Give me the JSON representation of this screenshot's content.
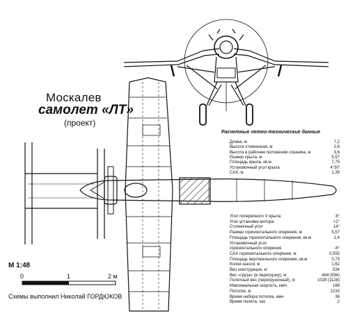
{
  "title": {
    "designer": "Москалев",
    "aircraft": "самолет «ЛТ»",
    "note": "(проект)"
  },
  "specs_heading": "Расчетные летно-технические данные",
  "specs_top": [
    {
      "label": "Длина, м",
      "value": "7,2"
    },
    {
      "label": "Высота стояночная, м",
      "value": "2,8"
    },
    {
      "label": "Высота в рабочем положении сошника, м",
      "value": "3,6"
    },
    {
      "label": "Размах крыла, м",
      "value": "5,57"
    },
    {
      "label": "Площадь крыла, кв.м",
      "value": "7,75"
    },
    {
      "label": "Установочный угол крыла",
      "value": "4°30'"
    },
    {
      "label": "САХ, м",
      "value": "1,39"
    }
  ],
  "specs_bottom": [
    {
      "label": "Угол поперечного V крыла",
      "value": "8°"
    },
    {
      "label": "Угол установки мотора",
      "value": "+2°"
    },
    {
      "label": "Стояночный угол",
      "value": "14°"
    },
    {
      "label": "Размах горизонтального оперения, м",
      "value": "5,57"
    },
    {
      "label": "Площадь горизонтального оперения, кв.м",
      "value": "1,4"
    },
    {
      "label": "Установочный угол",
      "value": ""
    },
    {
      "label": "горизонтального оперения",
      "value": "-6°"
    },
    {
      "label": "САХ горизонтального оперения, м",
      "value": "0,555"
    },
    {
      "label": "Площадь вертикального оперения, кв.м",
      "value": "0,75"
    },
    {
      "label": "Колея шасси, м",
      "value": "1,62"
    },
    {
      "label": "Вес конструкции, кг",
      "value": "534"
    },
    {
      "label": "Вес «груза» (в перегрузку), кг",
      "value": "494 (594)"
    },
    {
      "label": "Полетный вес (перегрузочный), кг",
      "value": "1028 (1128)"
    },
    {
      "label": "Максимальная скорость, км/ч",
      "value": "188"
    },
    {
      "label": "Потолок, м",
      "value": "1210"
    },
    {
      "label": "Время набора потолка, мин",
      "value": "36"
    },
    {
      "label": "Время полета, час",
      "value": "2"
    }
  ],
  "scale": {
    "label": "М 1:48",
    "ticks": [
      "0",
      "1",
      "2 м"
    ]
  },
  "credit": "Схемы выполнил Николай ГОРДЮКОВ",
  "colors": {
    "ink": "#111111",
    "paper": "#ffffff",
    "hatch": "#444444"
  }
}
